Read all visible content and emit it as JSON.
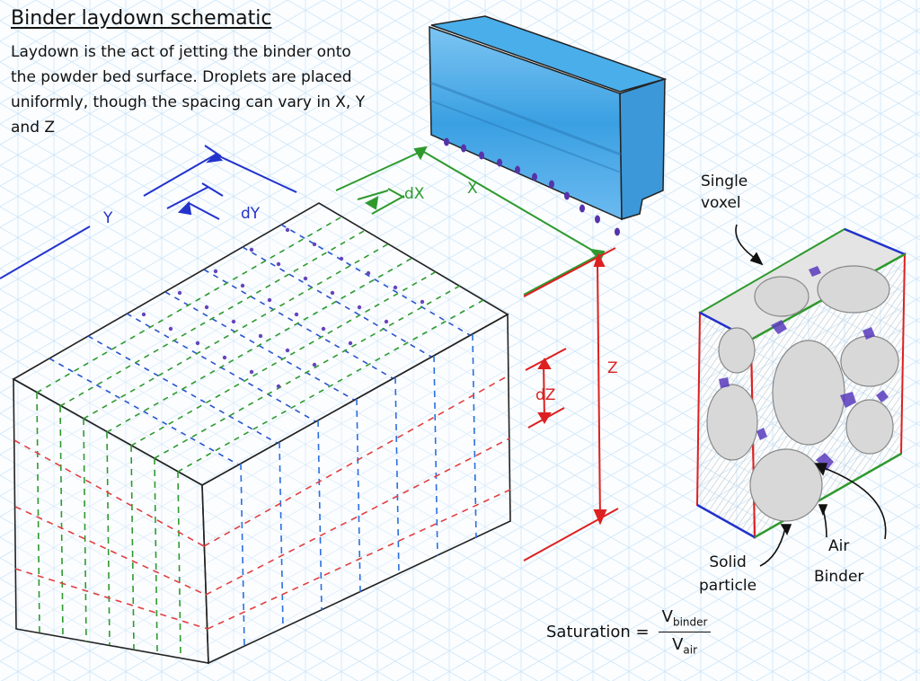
{
  "title": "Binder laydown schematic",
  "intro": "Laydown is the act of jetting the binder onto the powder bed surface. Droplets are placed uniformly, though the spacing can vary in X, Y and Z",
  "labels": {
    "y": "Y",
    "dy": "dY",
    "dx": "dX",
    "x": "X",
    "z": "Z",
    "dz": "dZ",
    "voxel": "Single\nvoxel",
    "solid": "Solid\nparticle",
    "air": "Air",
    "binder": "Binder"
  },
  "formula": {
    "lhs": "Saturation =",
    "num_base": "V",
    "num_sub": "binder",
    "den_base": "V",
    "den_sub": "air"
  },
  "colors": {
    "y_axis": "#2233cc",
    "x_axis": "#2e9a2e",
    "z_axis": "#dd2020",
    "printhead": "#3aa6e6",
    "droplet": "#5533aa",
    "grid": "#c8e2f5"
  }
}
